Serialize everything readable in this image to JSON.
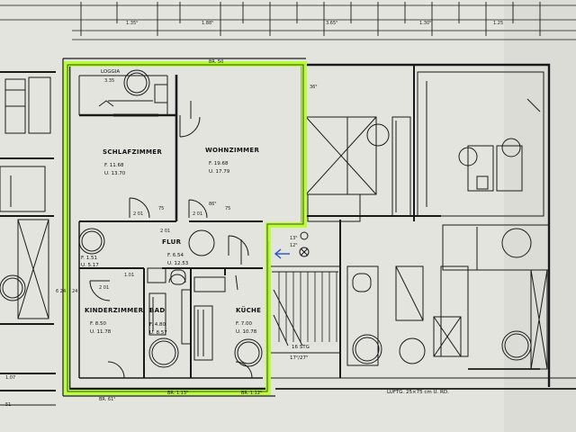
{
  "colors": {
    "highlight": "#b6ff2e",
    "paper": "#e4e4df",
    "ink": "#1a1a1a",
    "arrow": "#2b4fd1"
  },
  "rooms": {
    "loggia": {
      "name": "LOGGIA",
      "dim": "3.35"
    },
    "schlaf": {
      "name": "SCHLAFZIMMER",
      "f": "F. 11.68",
      "u": "U. 13.70"
    },
    "wohn": {
      "name": "WOHNZIMMER",
      "f": "F. 19.68",
      "u": "U. 17.79"
    },
    "flur": {
      "name": "FLUR",
      "f": "F. 6.54",
      "u": "U. 12.53"
    },
    "kinder": {
      "name": "KINDERZIMMER",
      "f": "F. 8.50",
      "u": "U. 11.78"
    },
    "bad": {
      "name": "BAD",
      "f": "F. 4.80",
      "u": "U. 8.57"
    },
    "kueche": {
      "name": "KÜCHE",
      "f": "F. 7.00",
      "u": "U. 10.78"
    },
    "abst": {
      "f": "F. 1.51",
      "u": "U. 5.17"
    }
  },
  "labels": {
    "stair": "16 STG",
    "stair_dim": "17²/27⁵",
    "lueftung": "LÜFTG. 25×75 cm Ü. RD.",
    "br50": "BR. 50",
    "br_bottom_left": "BR. 61⁵",
    "br_bottom_mid": "BR. 1.13⁵",
    "br_bottom_right": "BR. 1.12⁵",
    "d_201a": "2 01",
    "d_201b": "2 01",
    "d_201c": "2 01",
    "d_201d": "2 01",
    "d_75a": "75",
    "d_75b": "75",
    "d_1351": "1.35⁵",
    "d_1885": "1.88⁵",
    "d_3655": "3.65⁵",
    "d_1305": "1.30⁵",
    "d_125": "1.25",
    "d_365": "36⁵",
    "d_865": "86⁵",
    "d_624": "6 24",
    "d_24": "24",
    "d_101": "1.01",
    "d_57": "1.07",
    "d_51": "51",
    "d_135": "13⁵",
    "d_125b": "12⁵"
  }
}
